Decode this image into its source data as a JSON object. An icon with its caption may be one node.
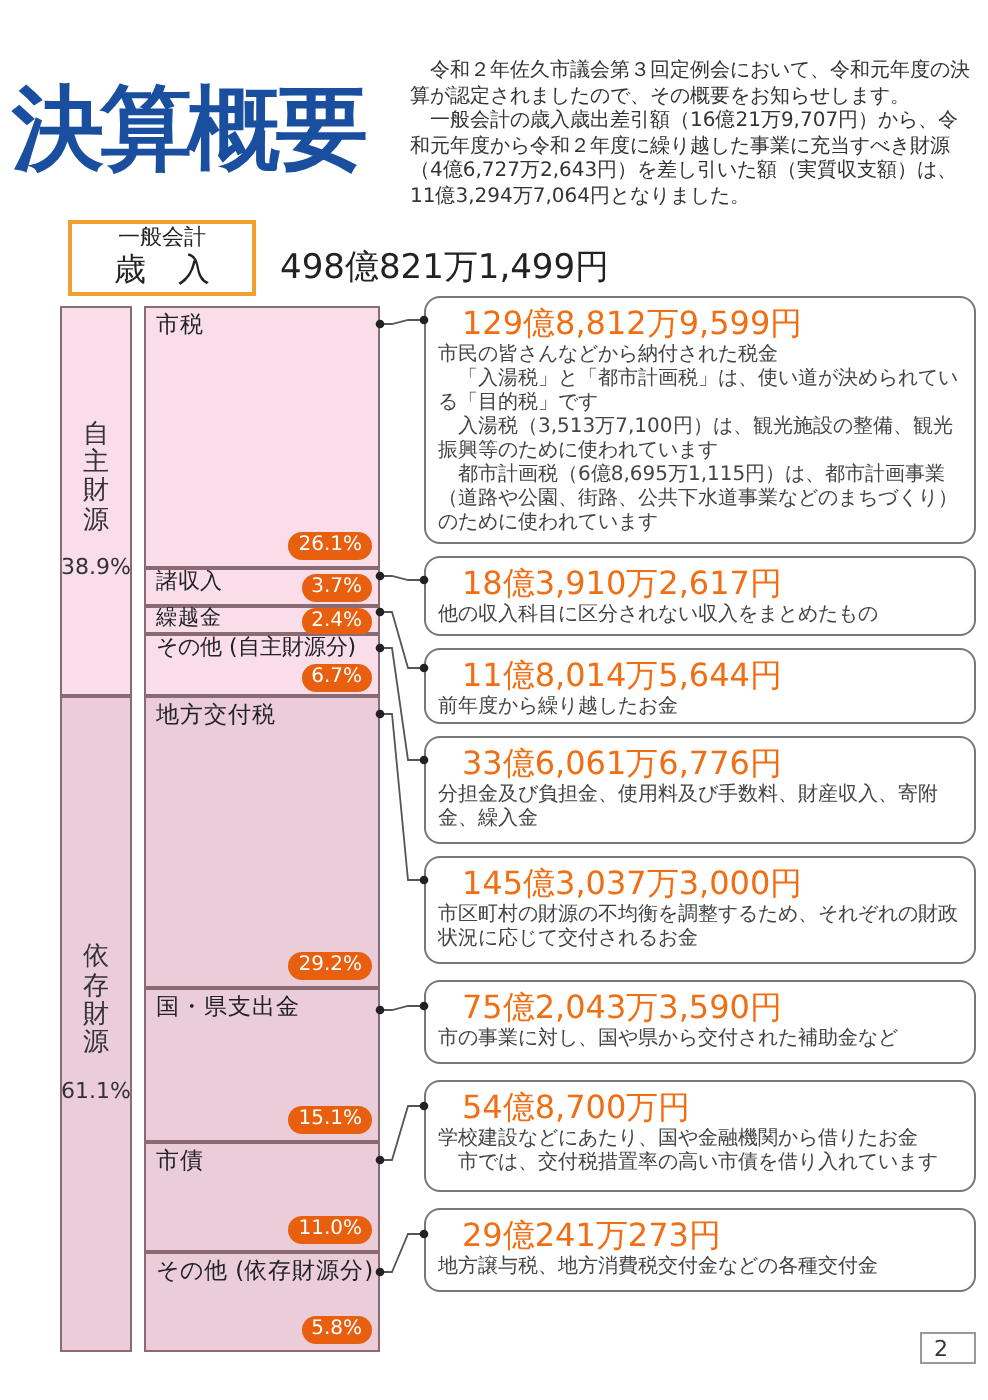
{
  "diagram": {
    "title": "決算概要",
    "nodes": [
      {
        "text": [
          "一般会計",
          "歳　入"
        ],
        "beside": [
          "498億821万1,499円"
        ]
      },
      {
        "text": [
          "自主財源",
          "38.9%"
        ]
      },
      {
        "text": [
          "依存財源",
          "61.1%"
        ]
      },
      {
        "text": [
          "市税",
          "26.1%"
        ]
      },
      {
        "text": [
          "諸収入",
          "3.7%"
        ]
      },
      {
        "text": [
          "繰越金",
          "2.4%"
        ]
      },
      {
        "text": [
          "その他 (自主財源分)",
          "6.7%"
        ]
      },
      {
        "text": [
          "地方交付税",
          "29.2%"
        ]
      },
      {
        "text": [
          "国・県支出金",
          "15.1%"
        ]
      },
      {
        "text": [
          "市債",
          "11.0%"
        ]
      },
      {
        "text": [
          "その他 (依存財源分)",
          "5.8%"
        ]
      },
      {
        "text": [
          "129億8,812万9,599円",
          "市民の皆さんなどから納付された税金",
          "「入湯税」と「都市計画税」は、使い道が決められている「目的税」です",
          "入湯税（3,513万7,100円）は、観光施設の整備、観光振興等のために使われています",
          "都市計画税（6億8,695万1,115円）は、都市計画事業（道路や公園、街路、公共下水道事業などのまちづくり）のために使われています"
        ]
      },
      {
        "text": [
          "18億3,910万2,617円",
          "他の収入科目に区分されない収入をまとめたもの"
        ]
      },
      {
        "text": [
          "11億8,014万5,644円",
          "前年度から繰り越したお金"
        ]
      },
      {
        "text": [
          "33億6,061万6,776円",
          "分担金及び負担金、使用料及び手数料、財産収入、寄附金、繰入金"
        ]
      },
      {
        "text": [
          "145億3,037万3,000円",
          "市区町村の財源の不均衡を調整するため、それぞれの財政状況に応じて交付されるお金"
        ]
      },
      {
        "text": [
          "75億2,043万3,590円",
          "市の事業に対し、国や県から交付された補助金など"
        ]
      },
      {
        "text": [
          "54億8,700万円",
          "学校建設などにあたり、国や金融機関から借りたお金",
          "市では、交付税措置率の高い市債を借り入れています"
        ]
      },
      {
        "text": [
          "29億241万273円",
          "地方譲与税、地方消費税交付金などの各種交付金"
        ]
      }
    ],
    "edges": [
      {
        "from": 3,
        "to": 11,
        "arrow": "other"
      },
      {
        "from": 4,
        "to": 12,
        "arrow": "other"
      },
      {
        "from": 5,
        "to": 13,
        "arrow": "other"
      },
      {
        "from": 6,
        "to": 14,
        "arrow": "other"
      },
      {
        "from": 7,
        "to": 15,
        "arrow": "other"
      },
      {
        "from": 8,
        "to": 16,
        "arrow": "other"
      },
      {
        "from": 9,
        "to": 17,
        "arrow": "other"
      },
      {
        "from": 10,
        "to": 18,
        "arrow": "other"
      }
    ],
    "labels": [
      "令和２年佐久市議会第３回定例会において、令和元年度の決算が認定されましたので、その概要をお知らせします。",
      "一般会計の歳入歳出差引額（16億21万9,707円）から、令和元年度から令和２年度に繰り越した事業に充当すべき財源（4億6,727万2,643円）を差し引いた額（実質収支額）は、11億3,294万7,064円となりました。",
      "2"
    ]
  }
}
